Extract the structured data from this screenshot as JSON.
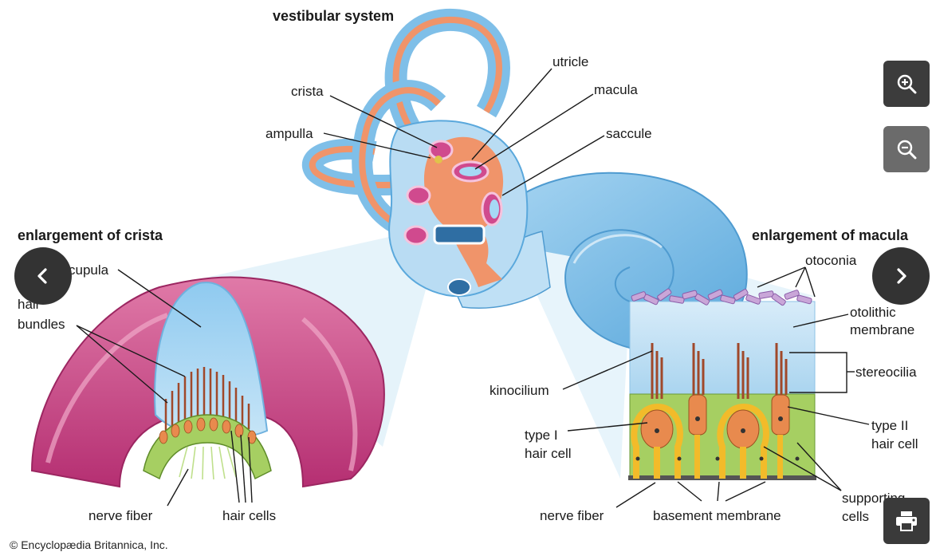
{
  "diagram": {
    "headings": {
      "vestibular": "vestibular system",
      "crista": "enlargement of crista",
      "macula": "enlargement of macula"
    },
    "labels": {
      "utricle": "utricle",
      "crista": "crista",
      "macula": "macula",
      "ampulla": "ampulla",
      "saccule": "saccule",
      "cupula": "cupula",
      "hair_bundles_1": "hair",
      "hair_bundles_2": "bundles",
      "nerve_fiber_left": "nerve fiber",
      "hair_cells": "hair cells",
      "otoconia": "otoconia",
      "otolithic_1": "otolithic",
      "otolithic_2": "membrane",
      "stereocilia": "stereocilia",
      "kinocilium": "kinocilium",
      "type1_1": "type I",
      "type1_2": "hair cell",
      "type2_1": "type II",
      "type2_2": "hair cell",
      "supporting_1": "supporting",
      "supporting_2": "cells",
      "nerve_fiber_right": "nerve fiber",
      "basement_membrane": "basement membrane"
    },
    "colors": {
      "canal_blue": "#8cc6ea",
      "membranous_orange": "#f0946a",
      "crista_pink": "#c83c82",
      "hair_cell_green": "#a6cf62",
      "hair_cell_orange": "#e88a4e",
      "nerve_yellow": "#f2bb2a",
      "otoconia_violet": "#c9a6d8"
    }
  },
  "credit": "© Encyclopædia Britannica, Inc.",
  "controls": {
    "zoom_in_icon": "zoom-in-icon",
    "zoom_out_icon": "zoom-out-icon",
    "prev_icon": "chevron-left-icon",
    "next_icon": "chevron-right-icon",
    "print_icon": "printer-icon"
  }
}
